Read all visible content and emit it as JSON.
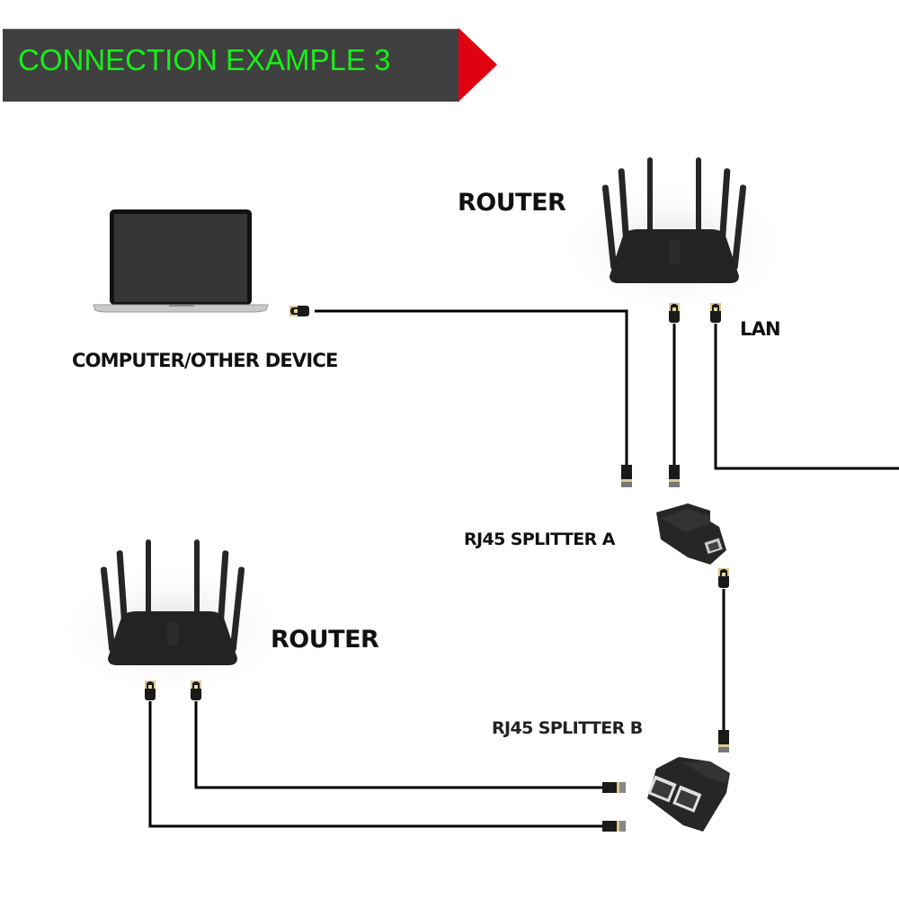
{
  "banner": {
    "title": "CONNECTION EXAMPLE 3",
    "background_color": "#404040",
    "text_color": "#18f018",
    "arrow_color": "#e0000f"
  },
  "labels": {
    "computer": "COMPUTER/OTHER DEVICE",
    "router_top": "ROUTER",
    "lan": "LAN",
    "router_bottom": "ROUTER",
    "splitter_a": "RJ45 SPLITTER A",
    "splitter_b": "RJ45 SPLITTER B"
  },
  "devices": [
    {
      "id": "computer",
      "type": "laptop-icon",
      "label_key": "computer"
    },
    {
      "id": "router-top",
      "type": "router-icon",
      "antennas": 6,
      "label_key": "router_top"
    },
    {
      "id": "router-bottom",
      "type": "router-icon",
      "antennas": 6,
      "label_key": "router_bottom"
    },
    {
      "id": "splitter-a",
      "type": "rj45-splitter-icon",
      "ports": 1,
      "label_key": "splitter_a"
    },
    {
      "id": "splitter-b",
      "type": "rj45-splitter-icon",
      "ports": 2,
      "label_key": "splitter_b"
    }
  ],
  "connections": [
    {
      "from": "computer",
      "to": "splitter-a"
    },
    {
      "from": "router-top (LAN 1)",
      "to": "splitter-a"
    },
    {
      "from": "router-top (LAN 2)",
      "to": "off-screen right"
    },
    {
      "from": "splitter-a",
      "to": "splitter-b"
    },
    {
      "from": "router-bottom (port 1)",
      "to": "splitter-b"
    },
    {
      "from": "router-bottom (port 2)",
      "to": "splitter-b"
    }
  ]
}
